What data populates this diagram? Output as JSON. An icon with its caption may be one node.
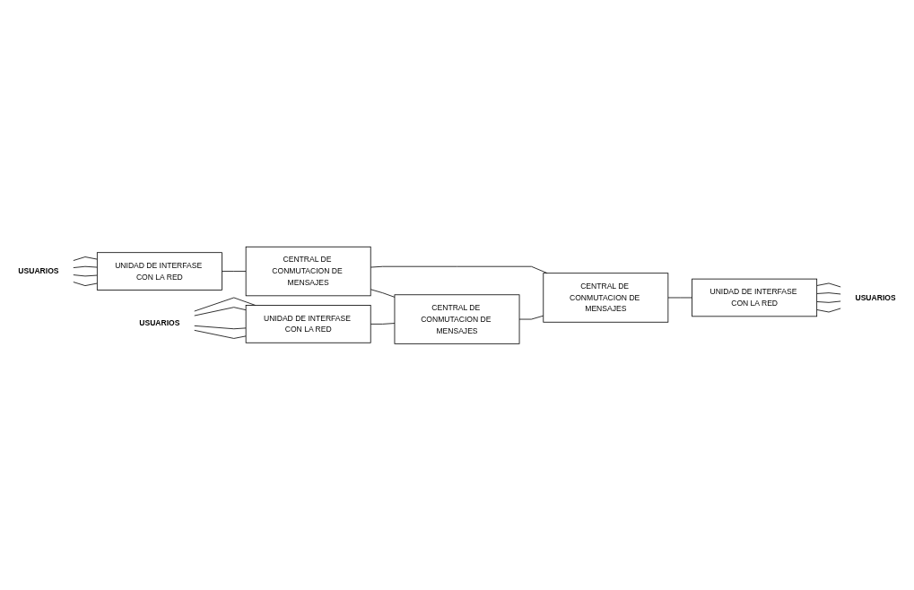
{
  "diagram": {
    "nodes": [
      {
        "text": [
          "USUARIOS"
        ]
      },
      {
        "text": [
          "UNIDAD DE INTERFASE CON LA RED"
        ]
      },
      {
        "text": [
          "CENTRAL DE CONMUTACION DE MENSAJES"
        ]
      },
      {
        "text": [
          "USUARIOS"
        ]
      },
      {
        "text": [
          "UNIDAD DE INTERFASE CON LA RED"
        ]
      },
      {
        "text": [
          "CENTRAL DE CONMUTACION DE MENSAJES"
        ]
      },
      {
        "text": [
          "CENTRAL DE CONMUTACION DE MENSAJES"
        ]
      },
      {
        "text": [
          "UNIDAD DE INTERFASE CON LA RED"
        ]
      },
      {
        "text": [
          "USUARIOS"
        ]
      }
    ],
    "edges": [
      {
        "from": 0,
        "to": 1,
        "arrow": "none"
      },
      {
        "from": 0,
        "to": 1,
        "arrow": "none"
      },
      {
        "from": 0,
        "to": 1,
        "arrow": "none"
      },
      {
        "from": 0,
        "to": 1,
        "arrow": "none"
      },
      {
        "from": 1,
        "to": 2,
        "arrow": "none"
      },
      {
        "from": 2,
        "to": 5,
        "arrow": "none"
      },
      {
        "from": 2,
        "to": 6,
        "arrow": "none"
      },
      {
        "from": 3,
        "to": 4,
        "arrow": "none"
      },
      {
        "from": 3,
        "to": 4,
        "arrow": "none"
      },
      {
        "from": 3,
        "to": 4,
        "arrow": "none"
      },
      {
        "from": 3,
        "to": 4,
        "arrow": "none"
      },
      {
        "from": 4,
        "to": 5,
        "arrow": "none"
      },
      {
        "from": 5,
        "to": 6,
        "arrow": "none"
      },
      {
        "from": 6,
        "to": 7,
        "arrow": "none"
      },
      {
        "from": 7,
        "to": 8,
        "arrow": "none"
      },
      {
        "from": 7,
        "to": 8,
        "arrow": "none"
      },
      {
        "from": 7,
        "to": 8,
        "arrow": "none"
      },
      {
        "from": 7,
        "to": 8,
        "arrow": "none"
      }
    ]
  }
}
